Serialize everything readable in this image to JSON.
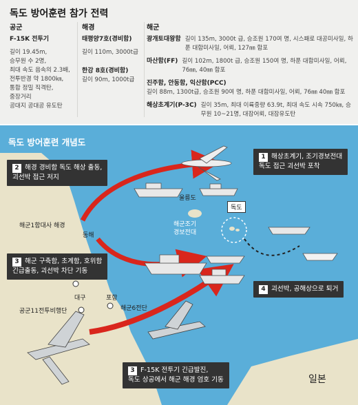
{
  "top_title": "독도 방어훈련 참가 전력",
  "air_force": {
    "heading": "공군",
    "unit": "F-15K 전투기",
    "specs": [
      "길이 19.45m,",
      "승무원 수 2명,",
      "최대 속도 음속의 2.3배,",
      "전투반경 약 1800㎞,",
      "통합 정밀 직격탄,",
      "중장거리",
      "공대지 공대공 유도탄"
    ]
  },
  "coast_guard": {
    "heading": "해경",
    "ships": [
      {
        "name": "태평양7호(경비함)",
        "spec": "길이 110m, 3000t급"
      },
      {
        "name": "한강 8호(경비함)",
        "spec": "길이 90m, 1000t급"
      }
    ]
  },
  "navy": {
    "heading": "해군",
    "units": [
      {
        "name": "광개토대왕함",
        "spec": "길이 135m, 3000t 급, 승조원 170여 명, 시스패로 대공미사일, 하푼 대함미사일, 어뢰, 127㎜ 함포"
      },
      {
        "name": "마산함(FF)",
        "spec": "길이 102m, 1800t 급, 승조원 150여 명, 하푼 대함미사일, 어뢰, 76㎜, 40㎜ 함포"
      },
      {
        "name": "진주함, 안동함, 익산함(PCC)",
        "spec": "길이 88m, 1300t급, 승조원 90여 명, 하푼 대함미사일, 어뢰, 76㎜ 40㎜ 함포"
      },
      {
        "name": "해상초계기(P-3C)",
        "spec": "길이 35m, 최대 이륙중량 63.9t, 최대 속도 시속 750㎞, 승무원 10~21명, 대잠어뢰, 대잠유도탄"
      }
    ]
  },
  "map": {
    "title": "독도 방어훈련 개념도",
    "places": {
      "ulleungdo": "울릉도",
      "dokdo": "독도",
      "donghae": "동해",
      "daegu": "대구",
      "pohang": "포항",
      "japan": "일본",
      "navy1": "해군1함대사 해경",
      "navy6": "해군6전단",
      "airwing": "공군11전투비행단",
      "cg_fleet": "해군조기\n경보전대"
    },
    "callouts": [
      {
        "num": "1",
        "text": "해상초계기, 조기경보전대\n독도 접근 괴선박 포착"
      },
      {
        "num": "2",
        "text": "해경 경비함 독도 해상 출동,\n괴선박 접근 저지"
      },
      {
        "num": "3",
        "text": "해군 구축함, 초계함, 호위함\n긴급출동, 괴선박 차단 기동"
      },
      {
        "num": "4",
        "text": "괴선박, 공해상으로 퇴거"
      },
      {
        "num": "3",
        "text": "F-15K 전투기 긴급발진,\n독도 상공에서 해군 해경 엄호 기동"
      }
    ]
  },
  "colors": {
    "sea": "#5aaed9",
    "land": "#e9e3c9",
    "arrow": "#d9261c",
    "callout": "#333333"
  }
}
